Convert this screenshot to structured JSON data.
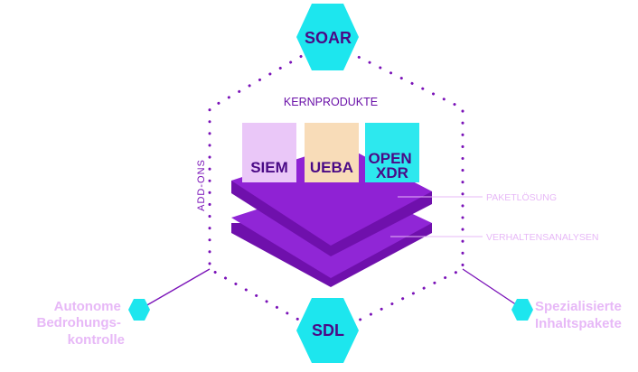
{
  "colors": {
    "accent": "#7a12b8",
    "cyan": "#1de6ee",
    "light_purple": "#e7b8f7",
    "siem": "#eac7f8",
    "ueba": "#f8dcb8",
    "open_xdr": "#2de8ee",
    "box_text": "#4a0a86",
    "layer_top": "#8f22d4",
    "layer_side": "#6f10ac"
  },
  "hub_nodes": {
    "top": {
      "label": "SOAR"
    },
    "bottom": {
      "label": "SDL"
    }
  },
  "outer_labels": {
    "left": [
      "Autonome",
      "Bedrohungs-",
      "kontrolle"
    ],
    "right": [
      "Spezialisierte",
      "Inhaltspakete"
    ]
  },
  "hex_labels": {
    "core": "KERNPRODUKTE",
    "addons": "ADD-ONS"
  },
  "core_products": [
    {
      "lines": [
        "SIEM"
      ]
    },
    {
      "lines": [
        "UEBA"
      ]
    },
    {
      "lines": [
        "OPEN",
        "XDR"
      ]
    }
  ],
  "layer_labels": {
    "top": "PAKETLÖSUNG",
    "bottom": "VERHALTENSANALYSEN"
  }
}
